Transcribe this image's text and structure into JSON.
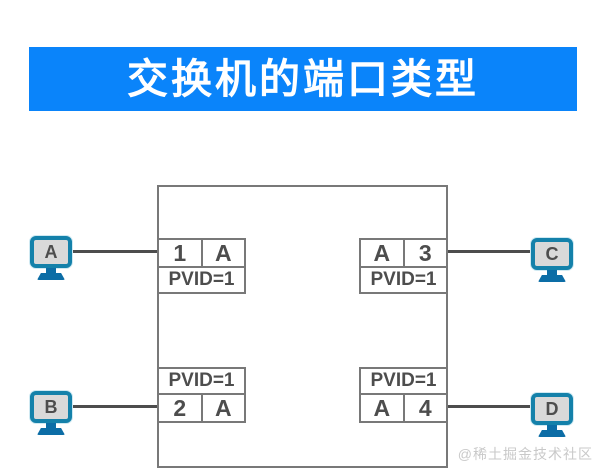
{
  "banner": {
    "text": "交换机的端口类型"
  },
  "ports": [
    {
      "position": "top-left",
      "cells": [
        "1",
        "A"
      ],
      "pvid": "PVID=1"
    },
    {
      "position": "top-right",
      "cells": [
        "A",
        "3"
      ],
      "pvid": "PVID=1"
    },
    {
      "position": "bottom-left",
      "cells": [
        "2",
        "A"
      ],
      "pvid": "PVID=1"
    },
    {
      "position": "bottom-right",
      "cells": [
        "A",
        "4"
      ],
      "pvid": "PVID=1"
    }
  ],
  "computers": [
    {
      "label": "A",
      "position": "top-left"
    },
    {
      "label": "B",
      "position": "bottom-left"
    },
    {
      "label": "C",
      "position": "top-right"
    },
    {
      "label": "D",
      "position": "bottom-right"
    }
  ],
  "watermark": {
    "text": "@稀土掘金技术社区"
  },
  "icons": {
    "computer": "monitor-icon"
  },
  "colors": {
    "banner_bg": "#0a84fa",
    "banner_text": "#ffffff",
    "box_border": "#787878",
    "box_text": "#4d4d4d",
    "connector_line": "#4d4d4d",
    "monitor_border": "#1481aa",
    "monitor_screen": "#d9d9d9",
    "monitor_stand": "#0c6da6",
    "watermark_text": "#c9c9c9"
  }
}
